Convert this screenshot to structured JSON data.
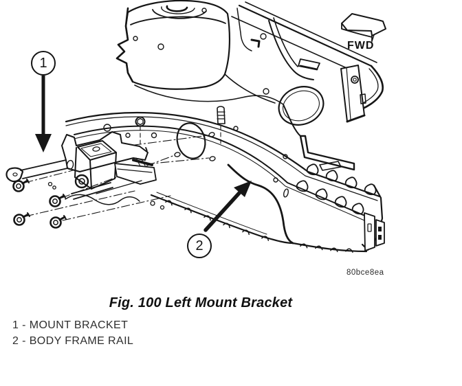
{
  "figure": {
    "caption": "Fig. 100 Left Mount Bracket",
    "image_code": "80bce8ea",
    "direction_label": "FWD",
    "callout_numbers": [
      "1",
      "2"
    ],
    "legend_items": [
      "1 - MOUNT BRACKET",
      "2 - BODY FRAME RAIL"
    ]
  },
  "colors": {
    "ink": "#161616",
    "paper": "#ffffff"
  }
}
